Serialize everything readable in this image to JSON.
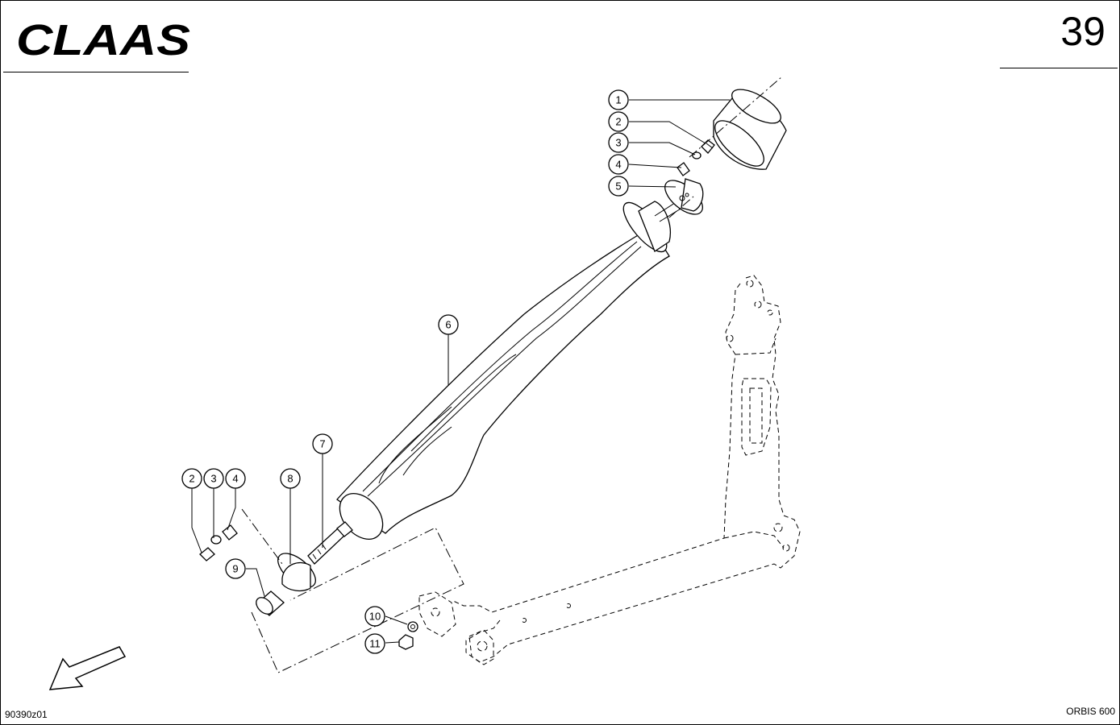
{
  "header": {
    "brand": "CLAAS",
    "page_number": "39"
  },
  "footer": {
    "drawing_code": "90390z01",
    "model": "ORBIS 600"
  },
  "callouts": [
    "1",
    "2",
    "3",
    "4",
    "5",
    "6",
    "7",
    "2",
    "3",
    "4",
    "8",
    "9",
    "10",
    "11"
  ],
  "icons": {
    "direction": "arrow-icon"
  }
}
